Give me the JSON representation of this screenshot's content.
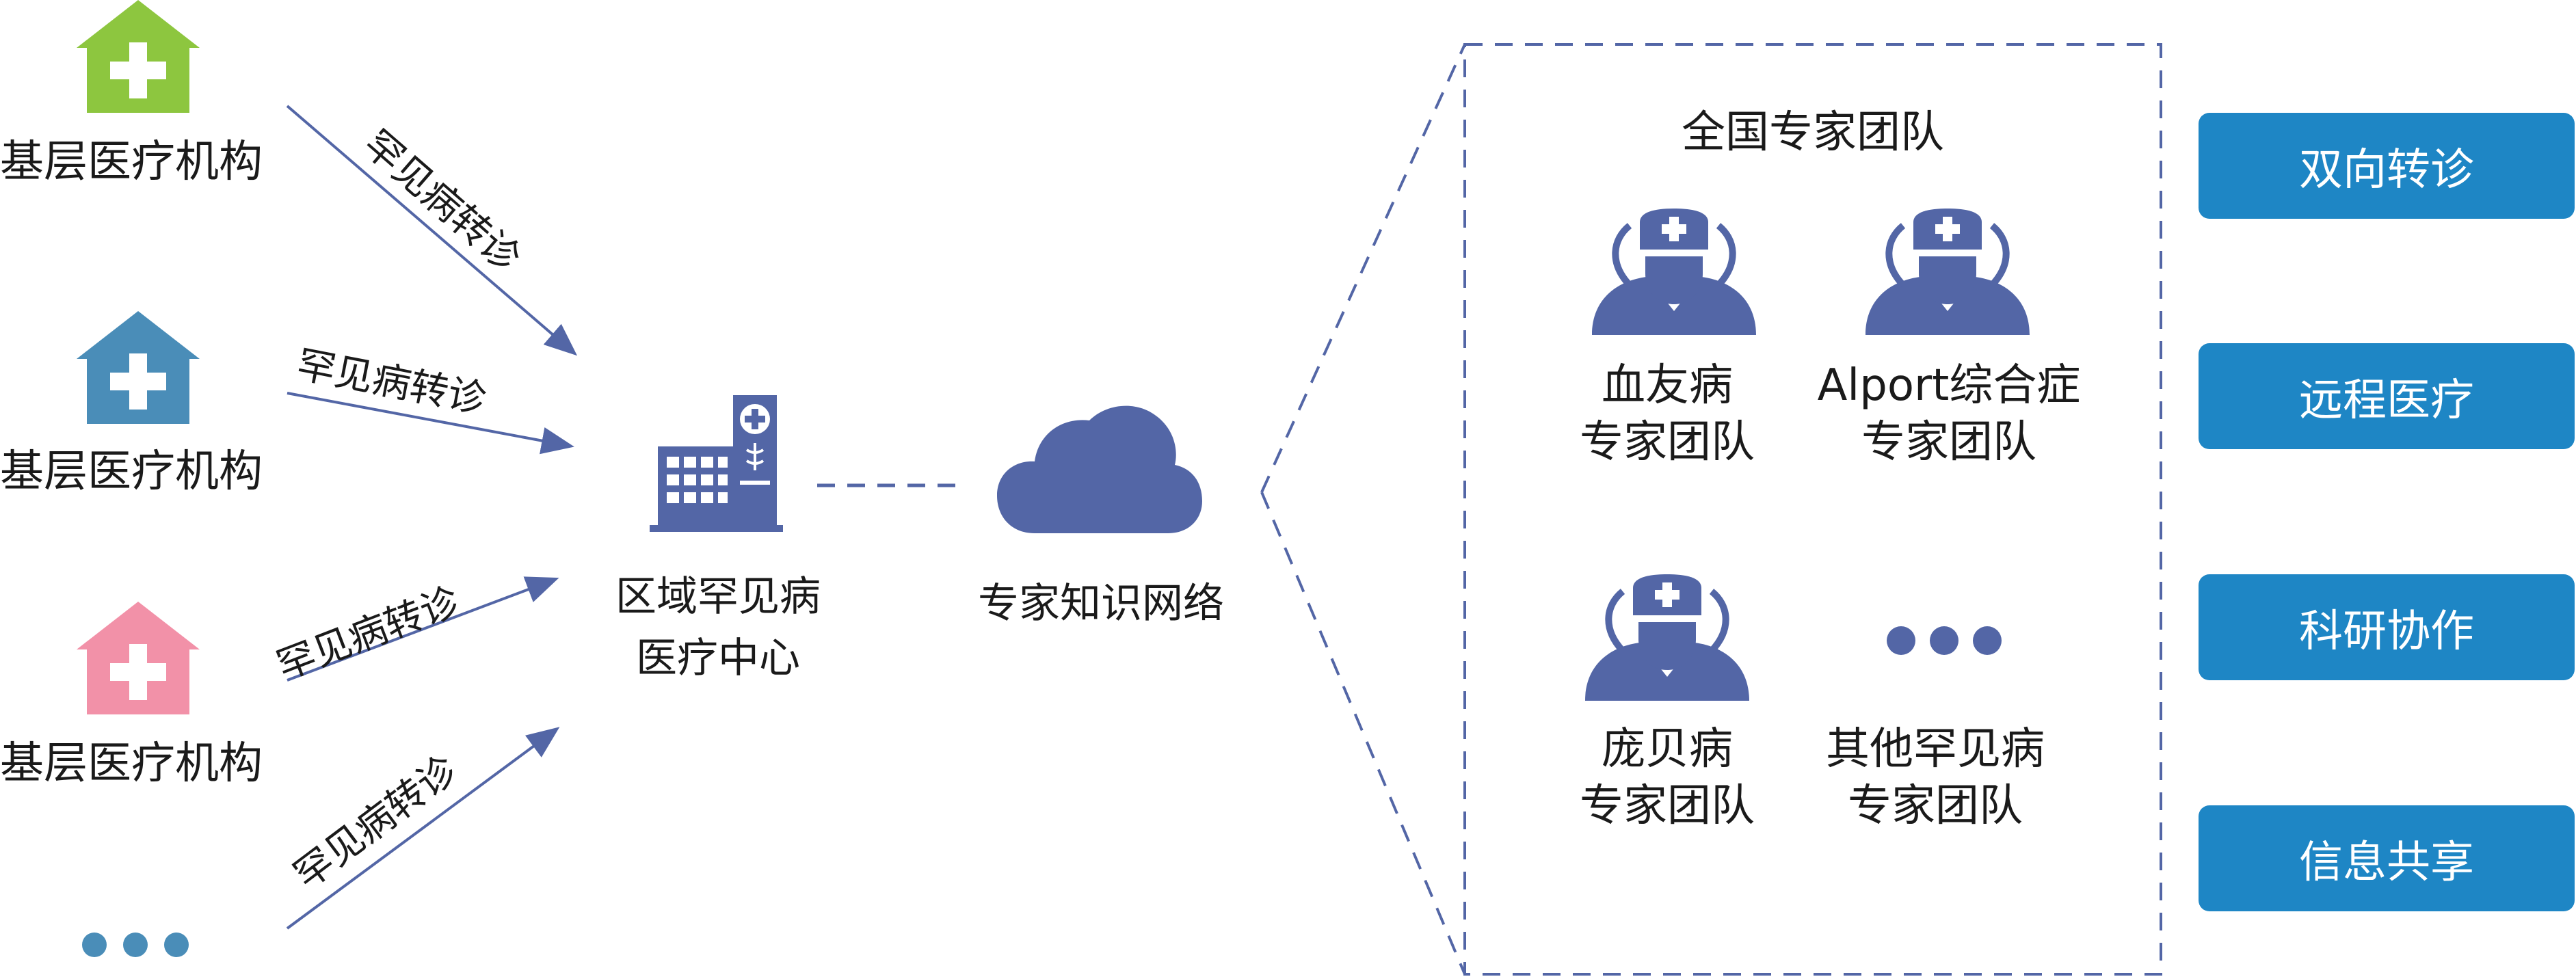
{
  "institutions": [
    {
      "label": "基层医疗机构",
      "color": "#8dc63f"
    },
    {
      "label": "基层医疗机构",
      "color": "#4a8db8"
    },
    {
      "label": "基层医疗机构",
      "color": "#f291a8"
    }
  ],
  "more_dots_color": "#4a8db8",
  "referral_label": "罕见病转诊",
  "regional_center": {
    "line1": "区域罕见病",
    "line2": "医疗中心",
    "color": "#5366a6"
  },
  "expert_network": {
    "label": "专家知识网络",
    "color": "#5366a6"
  },
  "national_teams": {
    "title": "全国专家团队",
    "teams": [
      {
        "line1": "血友病",
        "line2": "专家团队",
        "icon": "doctor-icon"
      },
      {
        "line1": "Alport综合症",
        "line2": "专家团队",
        "icon": "doctor-icon"
      },
      {
        "line1": "庞贝病",
        "line2": "专家团队",
        "icon": "doctor-icon"
      },
      {
        "line1": "其他罕见病",
        "line2": "专家团队",
        "icon": "more-dots-icon"
      }
    ]
  },
  "functions": [
    {
      "label": "双向转诊"
    },
    {
      "label": "远程医疗"
    },
    {
      "label": "科研协作"
    },
    {
      "label": "信息共享"
    }
  ],
  "accent_color": "#1e86c5",
  "line_color": "#5366a6"
}
